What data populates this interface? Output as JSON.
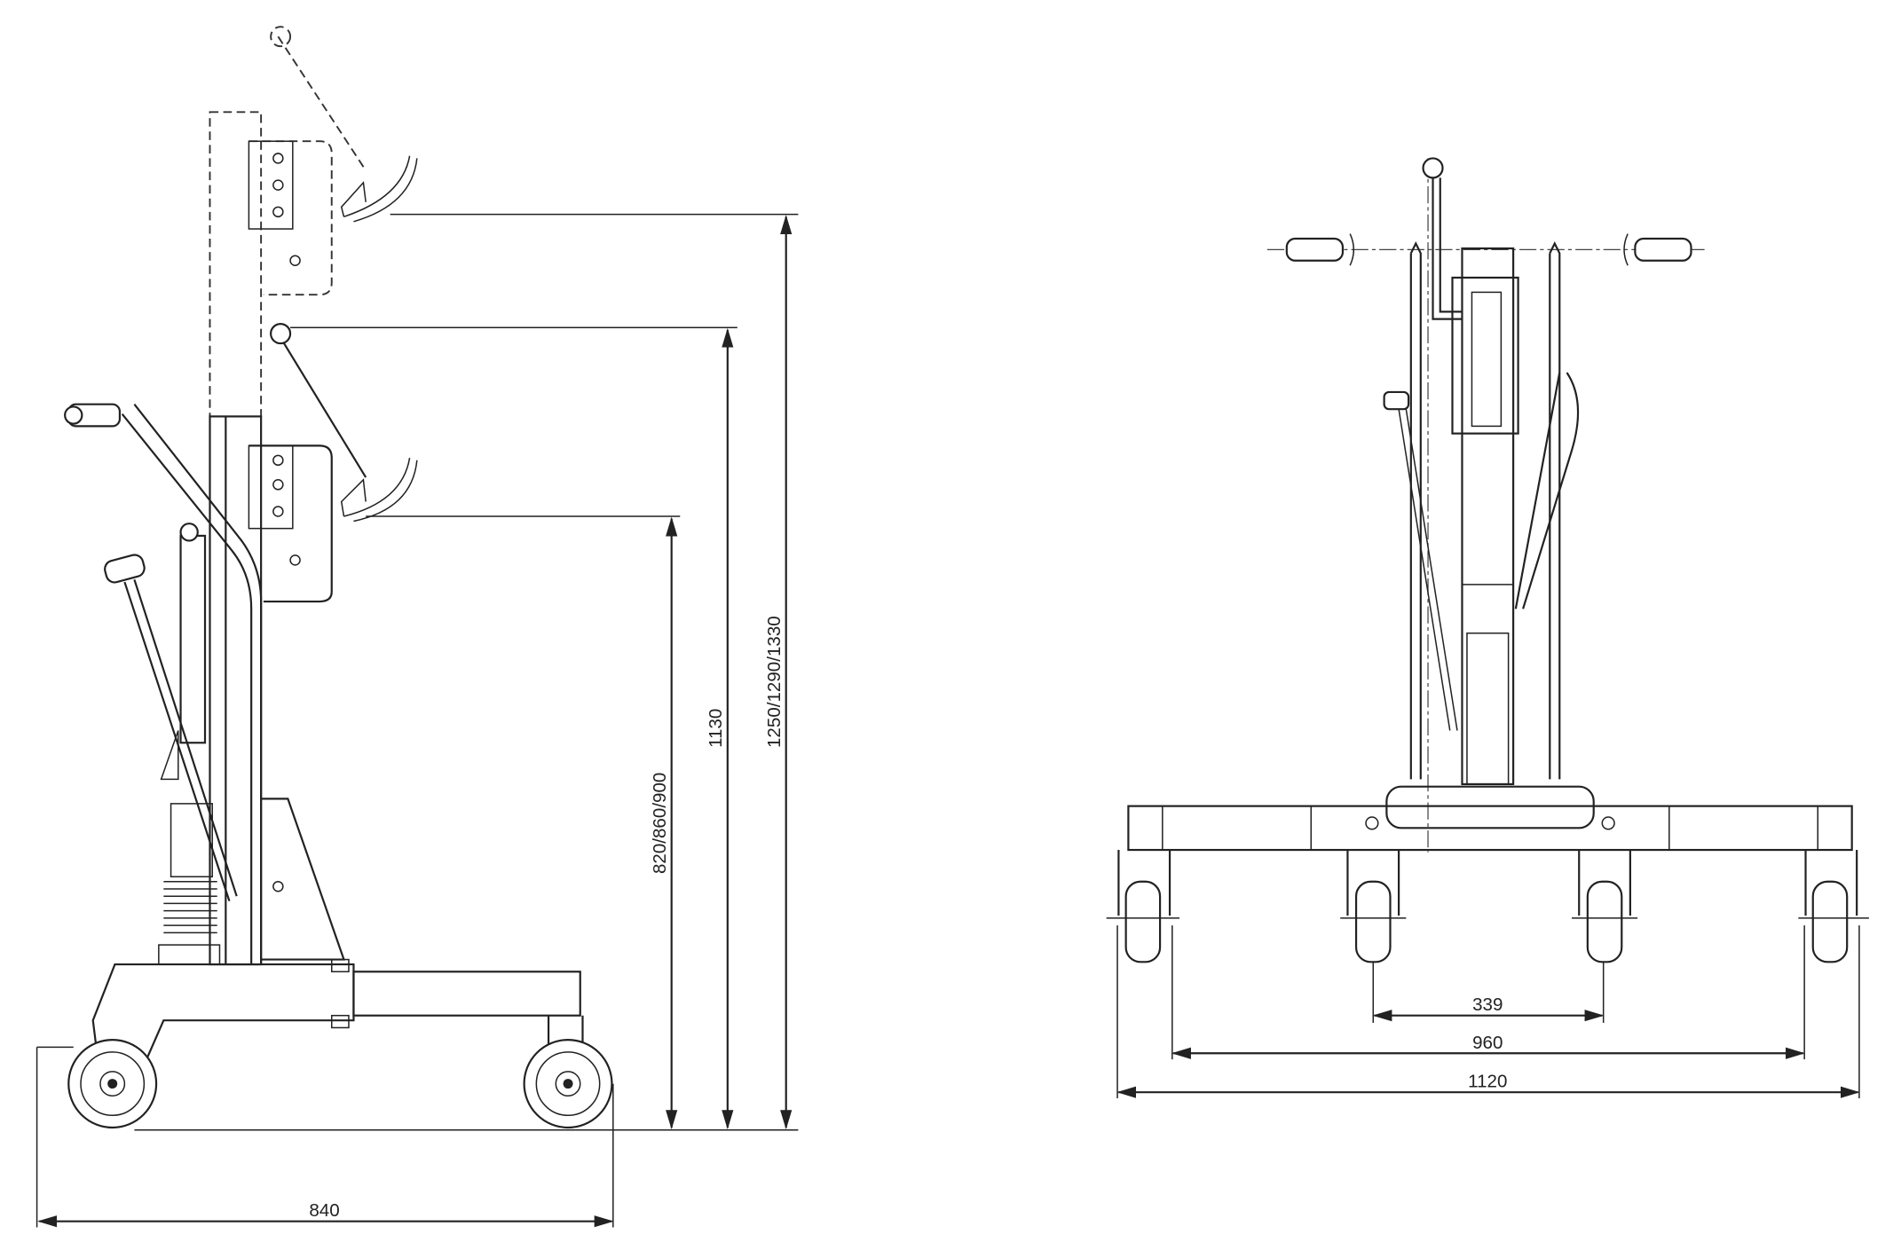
{
  "side_view": {
    "dimensions": {
      "overall_length": "840",
      "min_height": "820/860/900",
      "mid_height": "1130",
      "max_height": "1250/1290/1330"
    }
  },
  "front_view": {
    "dimensions": {
      "inner_wheel_track": "339",
      "middle_wheel_track": "960",
      "overall_width": "1120"
    }
  }
}
